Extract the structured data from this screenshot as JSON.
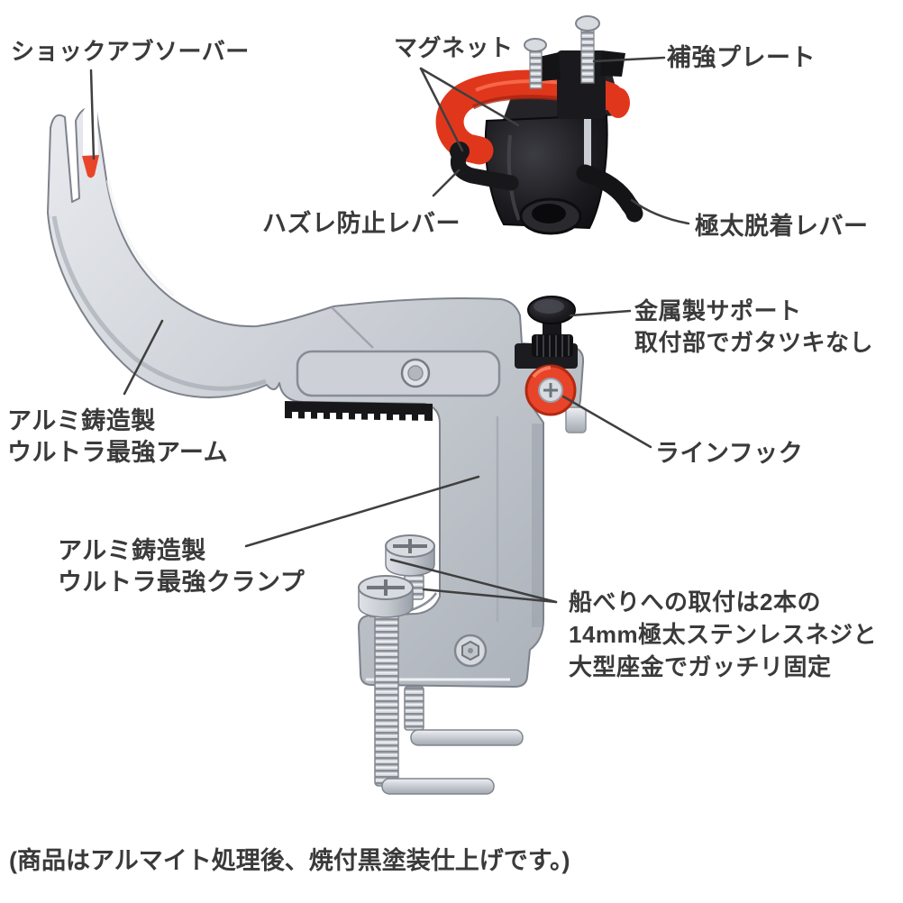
{
  "diagram": {
    "title_none": "",
    "labels": {
      "shock_absorber": "ショックアブソーバー",
      "magnet": "マグネット",
      "reinforcement_plate": "補強プレート",
      "release_prevention_lever": "ハズレ防止レバー",
      "thick_detach_lever": "極太脱着レバー",
      "metal_support": "金属製サポート\n取付部でガタツキなし",
      "cast_arm": "アルミ鋳造製\nウルトラ最強アーム",
      "line_hook": "ラインフック",
      "cast_clamp": "アルミ鋳造製\nウルトラ最強クランプ",
      "mount_note": "船べりへの取付は2本の\n14mm極太ステンレスネジと\n大型座金でガッチリ固定",
      "footnote": "(商品はアルマイト処理後、焼付黒塗装仕上げです。)"
    },
    "colors": {
      "accent_red": "#e0371c",
      "part_black": "#1a1a1e",
      "metal_light": "#eef0f3",
      "metal_mid": "#c7cbd2",
      "metal_dark": "#9aa0a9",
      "label_text": "#3a3a3a",
      "leader_line": "#3f3f3f"
    }
  }
}
